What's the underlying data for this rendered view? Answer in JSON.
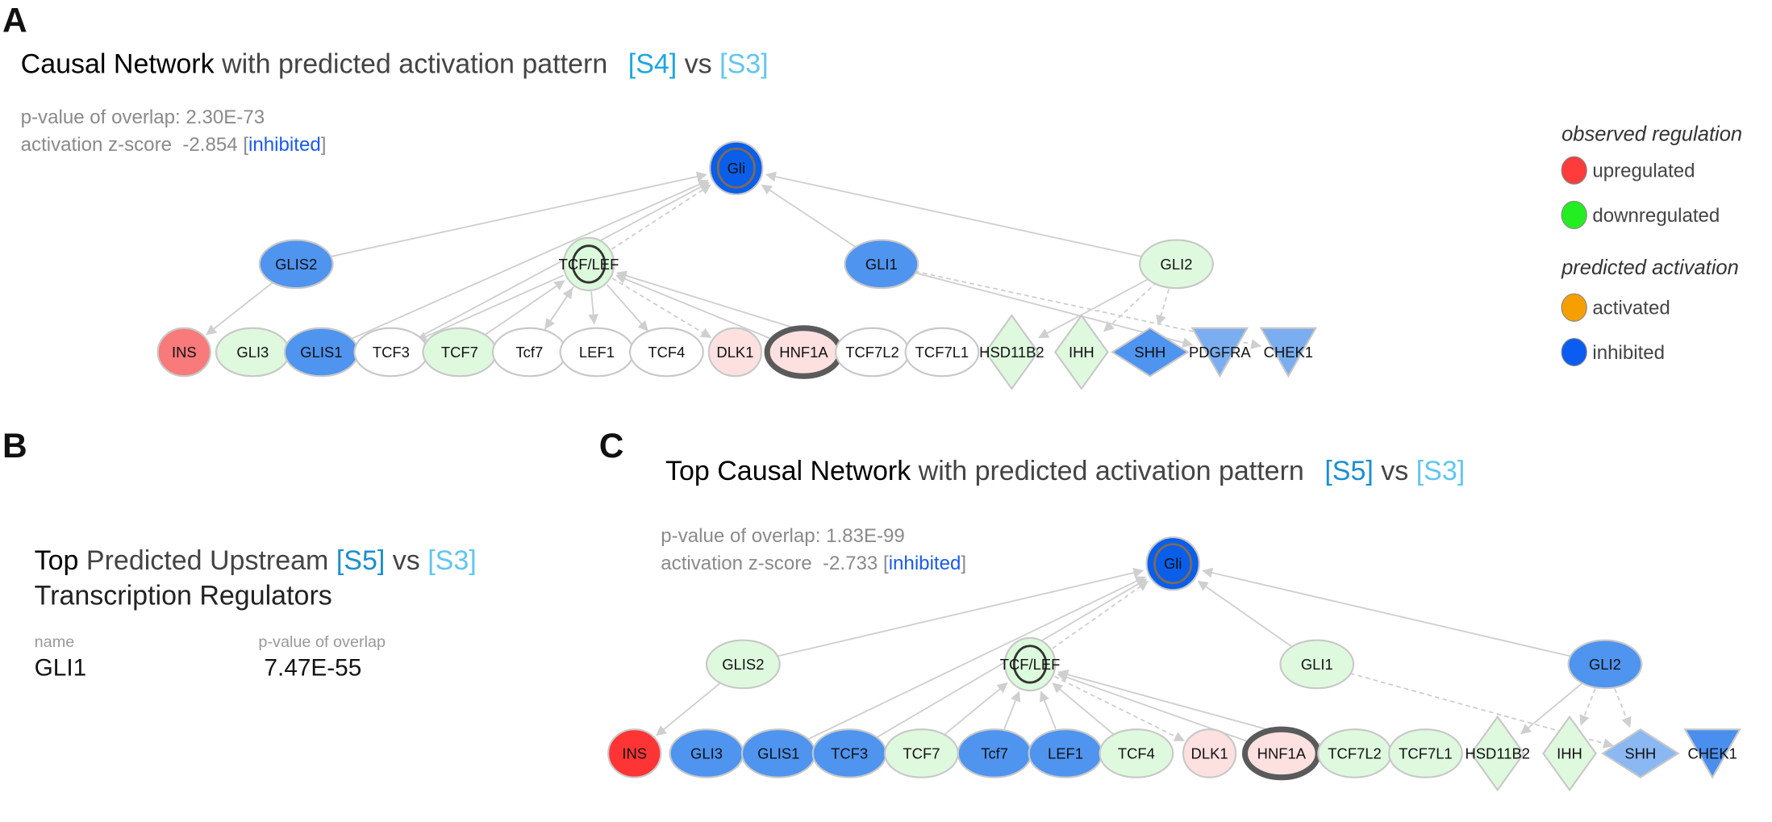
{
  "colors": {
    "s_primary": "#1ea6df",
    "s_secondary": "#62c6ef",
    "inhibited_text": "#1a5ce6",
    "upregulated": "#ff3b3b",
    "downregulated": "#22ee22",
    "activated": "#f5a000",
    "inhibited": "#0b5cf0",
    "edge": "#cfcfcf"
  },
  "panelA": {
    "letter": "A",
    "title_strong": "Causal Network",
    "title_rest": " with predicted activation pattern",
    "s1": "[S4]",
    "vs": " vs ",
    "s2": "[S3]",
    "pvalue_label": "p-value of overlap: ",
    "pvalue": "2.30E-73",
    "zscore_label": "activation z-score  ",
    "zscore": "-2.854",
    "bracket_open": " [",
    "state": "inhibited",
    "bracket_close": "]",
    "nodes": [
      {
        "label": "Gli",
        "shape": "hub",
        "fill": "#0a5ee8"
      },
      {
        "label": "GLIS2",
        "shape": "ellipse",
        "fill": "#4f94ef"
      },
      {
        "label": "TCF/LEF",
        "shape": "complex",
        "fill": "#dcfadc"
      },
      {
        "label": "GLI1",
        "shape": "ellipse",
        "fill": "#4f94ef"
      },
      {
        "label": "GLI2",
        "shape": "ellipse",
        "fill": "#dff9df"
      },
      {
        "label": "INS",
        "shape": "small",
        "fill": "#f87a7a"
      },
      {
        "label": "GLI3",
        "shape": "ellipse",
        "fill": "#dff9df"
      },
      {
        "label": "GLIS1",
        "shape": "ellipse",
        "fill": "#4f94ef"
      },
      {
        "label": "TCF3",
        "shape": "ellipse",
        "fill": "#ffffff"
      },
      {
        "label": "TCF7",
        "shape": "ellipse",
        "fill": "#dff9df"
      },
      {
        "label": "Tcf7",
        "shape": "ellipse",
        "fill": "#ffffff"
      },
      {
        "label": "LEF1",
        "shape": "ellipse",
        "fill": "#ffffff"
      },
      {
        "label": "TCF4",
        "shape": "ellipse",
        "fill": "#ffffff"
      },
      {
        "label": "DLK1",
        "shape": "small",
        "fill": "#fde0e0"
      },
      {
        "label": "HNF1A",
        "shape": "thick",
        "fill": "#fde0e0"
      },
      {
        "label": "TCF7L2",
        "shape": "ellipse",
        "fill": "#ffffff"
      },
      {
        "label": "TCF7L1",
        "shape": "ellipse",
        "fill": "#ffffff"
      },
      {
        "label": "HSD11B2",
        "shape": "diamond",
        "fill": "#dff9df"
      },
      {
        "label": "IHH",
        "shape": "diamond",
        "fill": "#dff9df"
      },
      {
        "label": "SHH",
        "shape": "wdiamond",
        "fill": "#4f94ef"
      },
      {
        "label": "PDGFRA",
        "shape": "triangle",
        "fill": "#7aaef0"
      },
      {
        "label": "CHEK1",
        "shape": "triangle",
        "fill": "#7aaef0"
      }
    ],
    "edges": [
      [
        "GLIS2",
        "Gli",
        "solid"
      ],
      [
        "GLIS2",
        "INS",
        "solid"
      ],
      [
        "GLIS1",
        "Gli",
        "solid"
      ],
      [
        "TCF3",
        "Gli",
        "solid"
      ],
      [
        "TCF/LEF",
        "Gli",
        "dashed"
      ],
      [
        "GLI1",
        "Gli",
        "solid"
      ],
      [
        "GLI2",
        "Gli",
        "solid"
      ],
      [
        "TCF7",
        "TCF/LEF",
        "solid"
      ],
      [
        "Tcf7",
        "TCF/LEF",
        "solid"
      ],
      [
        "TCF/LEF",
        "TCF3",
        "solid"
      ],
      [
        "TCF/LEF",
        "Tcf7",
        "solid"
      ],
      [
        "TCF/LEF",
        "LEF1",
        "solid"
      ],
      [
        "TCF/LEF",
        "TCF4",
        "solid"
      ],
      [
        "TCF/LEF",
        "DLK1",
        "dashed"
      ],
      [
        "HNF1A",
        "TCF/LEF",
        "solid"
      ],
      [
        "TCF7L2",
        "TCF/LEF",
        "solid"
      ],
      [
        "GLI1",
        "PDGFRA",
        "solid"
      ],
      [
        "GLI1",
        "CHEK1",
        "dashed"
      ],
      [
        "GLI2",
        "HSD11B2",
        "solid"
      ],
      [
        "GLI2",
        "IHH",
        "dashed"
      ],
      [
        "GLI2",
        "SHH",
        "dashed"
      ]
    ]
  },
  "legend": {
    "observed_heading": "observed regulation",
    "upregulated": "upregulated",
    "downregulated": "downregulated",
    "predicted_heading": "predicted activation",
    "activated": "activated",
    "inhibited": "inhibited"
  },
  "panelB": {
    "letter": "B",
    "title_strong": "Top",
    "title_rest": " Predicted Upstream ",
    "s1": "[S5]",
    "vs": " vs ",
    "s2": "[S3]",
    "title_line2": "Transcription Regulators",
    "columns": [
      "name",
      "p-value of overlap"
    ],
    "rows": [
      [
        "GLI1",
        "7.47E-55"
      ]
    ]
  },
  "panelC": {
    "letter": "C",
    "title_strong": "Top Causal Network",
    "title_rest": " with predicted activation pattern",
    "s1": "[S5]",
    "vs": " vs ",
    "s2": "[S3]",
    "pvalue_label": "p-value of overlap: ",
    "pvalue": "1.83E-99",
    "zscore_label": "activation z-score  ",
    "zscore": "-2.733",
    "bracket_open": " [",
    "state": "inhibited",
    "bracket_close": "]",
    "nodes": [
      {
        "label": "Gli",
        "shape": "hub",
        "fill": "#0a5ee8"
      },
      {
        "label": "GLIS2",
        "shape": "ellipse",
        "fill": "#dff9df"
      },
      {
        "label": "TCF/LEF",
        "shape": "complex",
        "fill": "#dcfadc"
      },
      {
        "label": "GLI1",
        "shape": "ellipse",
        "fill": "#dff9df"
      },
      {
        "label": "GLI2",
        "shape": "ellipse",
        "fill": "#4f94ef"
      },
      {
        "label": "INS",
        "shape": "small",
        "fill": "#ff3535"
      },
      {
        "label": "GLI3",
        "shape": "ellipse",
        "fill": "#4f94ef"
      },
      {
        "label": "GLIS1",
        "shape": "ellipse",
        "fill": "#4f94ef"
      },
      {
        "label": "TCF3",
        "shape": "ellipse",
        "fill": "#4f94ef"
      },
      {
        "label": "TCF7",
        "shape": "ellipse",
        "fill": "#dff9df"
      },
      {
        "label": "Tcf7",
        "shape": "ellipse",
        "fill": "#4f94ef"
      },
      {
        "label": "LEF1",
        "shape": "ellipse",
        "fill": "#4f94ef"
      },
      {
        "label": "TCF4",
        "shape": "ellipse",
        "fill": "#dff9df"
      },
      {
        "label": "DLK1",
        "shape": "small",
        "fill": "#fde0e0"
      },
      {
        "label": "HNF1A",
        "shape": "thick",
        "fill": "#fde0e0"
      },
      {
        "label": "TCF7L2",
        "shape": "ellipse",
        "fill": "#dff9df"
      },
      {
        "label": "TCF7L1",
        "shape": "ellipse",
        "fill": "#dff9df"
      },
      {
        "label": "HSD11B2",
        "shape": "diamond",
        "fill": "#dff9df"
      },
      {
        "label": "IHH",
        "shape": "diamond",
        "fill": "#dff9df"
      },
      {
        "label": "SHH",
        "shape": "wdiamond",
        "fill": "#8bb8f2"
      },
      {
        "label": "CHEK1",
        "shape": "triangle",
        "fill": "#4a8fee"
      }
    ],
    "edges": [
      [
        "GLIS2",
        "Gli",
        "solid"
      ],
      [
        "GLIS2",
        "INS",
        "solid"
      ],
      [
        "GLIS1",
        "Gli",
        "solid"
      ],
      [
        "TCF3",
        "Gli",
        "solid"
      ],
      [
        "TCF/LEF",
        "Gli",
        "dashed"
      ],
      [
        "GLI1",
        "Gli",
        "solid"
      ],
      [
        "GLI2",
        "Gli",
        "solid"
      ],
      [
        "TCF7",
        "TCF/LEF",
        "solid"
      ],
      [
        "Tcf7",
        "TCF/LEF",
        "solid"
      ],
      [
        "LEF1",
        "TCF/LEF",
        "solid"
      ],
      [
        "TCF4",
        "TCF/LEF",
        "solid"
      ],
      [
        "TCF/LEF",
        "DLK1",
        "dashed"
      ],
      [
        "HNF1A",
        "TCF/LEF",
        "solid"
      ],
      [
        "TCF7L2",
        "TCF/LEF",
        "solid"
      ],
      [
        "GLI1",
        "SHH",
        "dashed"
      ],
      [
        "GLI2",
        "HSD11B2",
        "solid"
      ],
      [
        "GLI2",
        "IHH",
        "dashed"
      ],
      [
        "GLI2",
        "SHH",
        "dashed"
      ]
    ]
  }
}
